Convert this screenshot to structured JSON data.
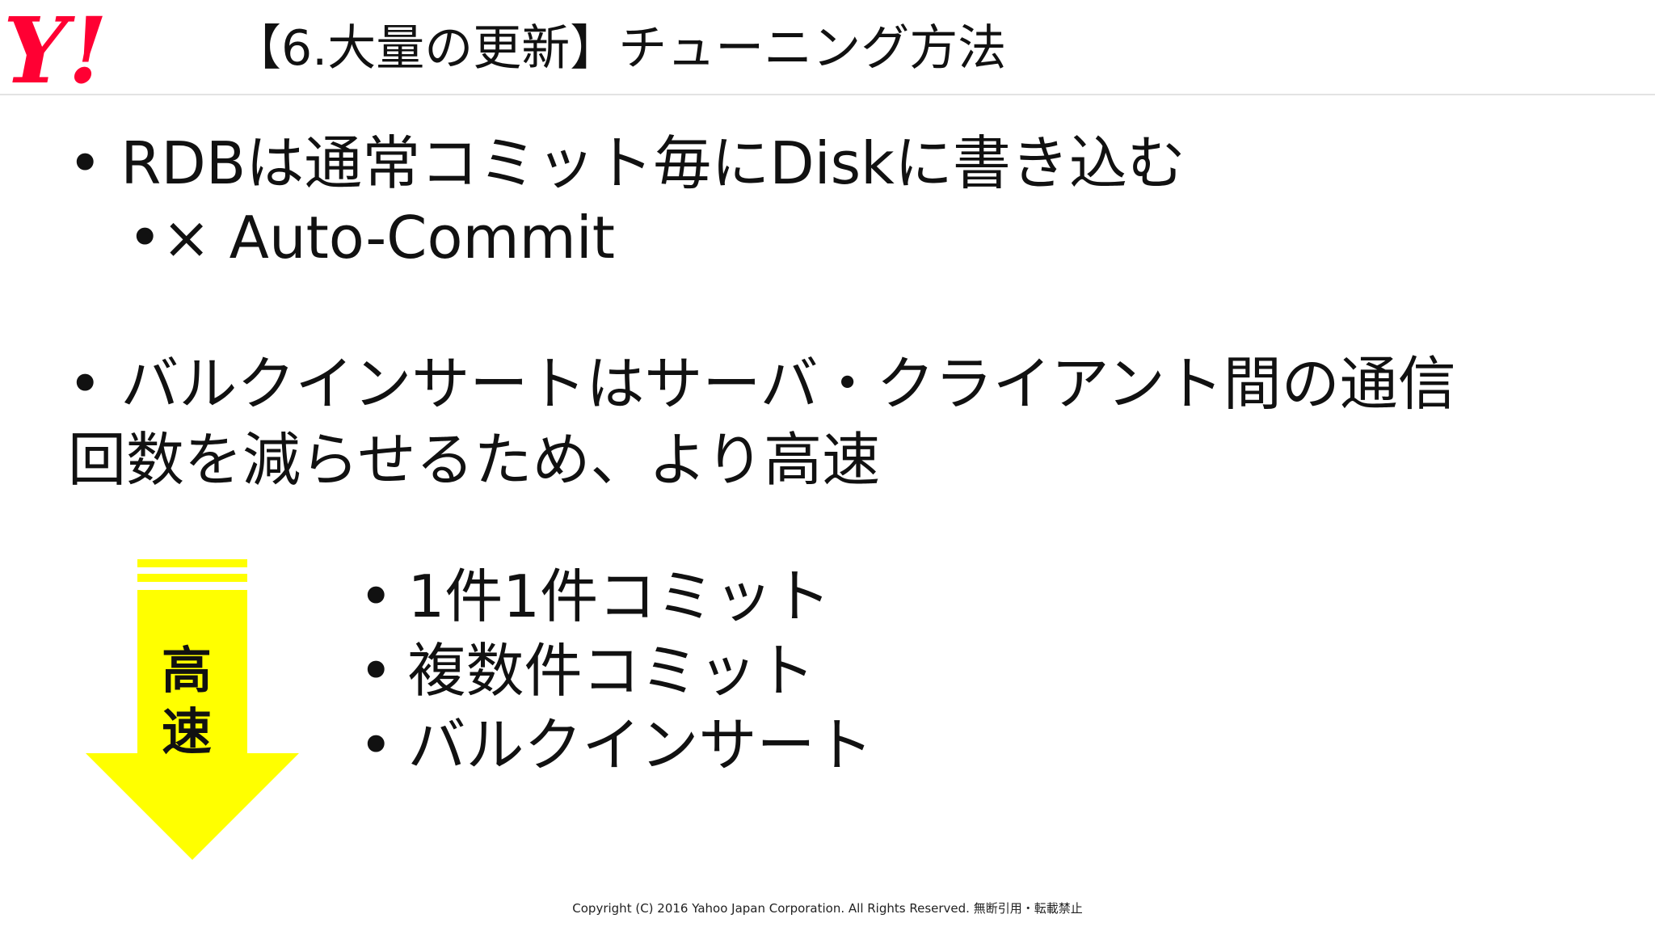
{
  "header": {
    "logo_text": "Y!",
    "title": "【6.大量の更新】チューニング方法"
  },
  "slide": {
    "bullet_1": "• RDBは通常コミット毎にDiskに書き込む",
    "bullet_1_sub": "•× Auto-Commit",
    "bullet_2_line_1": "• バルクインサートはサーバ・クライアント間の通信",
    "bullet_2_line_2": "回数を減らせるため、より高速",
    "methods": [
      "1件1件コミット",
      "複数件コミット",
      "バルクインサート"
    ],
    "bullet_glyph": "•",
    "arrow_label_top": "高",
    "arrow_label_bottom": "速"
  },
  "footer": {
    "copyright": "Copyright (C) 2016 Yahoo Japan Corporation. All Rights Reserved. 無断引用・転載禁止"
  },
  "colors": {
    "brand_red": "#ff0033",
    "arrow_yellow": "#ffff00"
  }
}
